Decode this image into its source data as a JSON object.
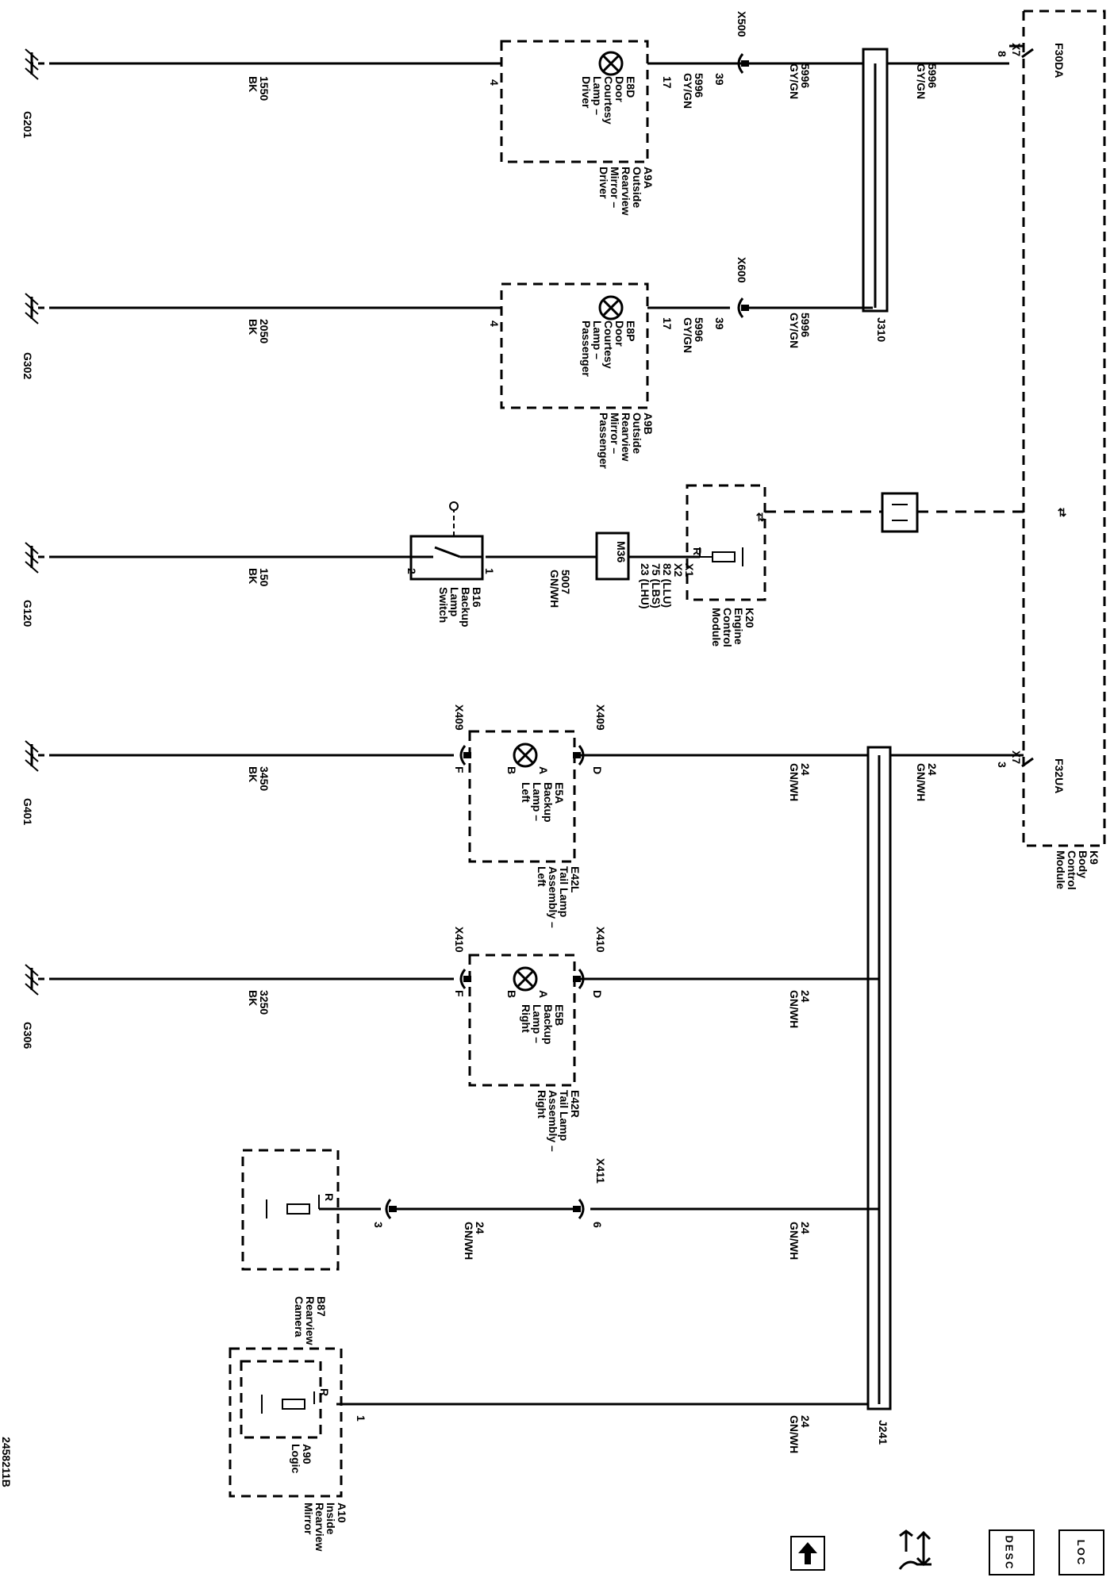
{
  "document_id": "2458211B",
  "icons": [
    "up-arrow-icon",
    "service-tool-icon",
    "description-icon",
    "location-icon"
  ],
  "icon_text": {
    "description": "DESC",
    "location": "LOC"
  },
  "modules": [
    {
      "key": "k9",
      "lines": [
        "K9",
        "Body",
        "Control",
        "Module"
      ]
    },
    {
      "key": "k20",
      "lines": [
        "K20",
        "Engine",
        "Control",
        "Module"
      ]
    },
    {
      "key": "a9a",
      "lines": [
        "A9A",
        "Outside",
        "Rearview",
        "Mirror –",
        "Driver"
      ]
    },
    {
      "key": "a9b",
      "lines": [
        "A9B",
        "Outside",
        "Rearview",
        "Mirror –",
        "Passenger"
      ]
    },
    {
      "key": "e42l",
      "lines": [
        "E42L",
        "Tail Lamp",
        "Assembly –",
        "Left"
      ]
    },
    {
      "key": "e42r",
      "lines": [
        "E42R",
        "Tail Lamp",
        "Assembly –",
        "Right"
      ]
    },
    {
      "key": "b87",
      "lines": [
        "B87",
        "Rearview",
        "Camera"
      ]
    },
    {
      "key": "a10",
      "lines": [
        "A10",
        "Inside",
        "Rearview",
        "Mirror"
      ]
    },
    {
      "key": "a90",
      "lines": [
        "A90",
        "Logic"
      ]
    }
  ],
  "components": [
    {
      "key": "e8d",
      "lines": [
        "E8D",
        "Door",
        "Courtesy",
        "Lamp –",
        "Driver"
      ]
    },
    {
      "key": "e8p",
      "lines": [
        "E8P",
        "Door",
        "Courtesy",
        "Lamp –",
        "Passenger"
      ]
    },
    {
      "key": "e5a",
      "lines": [
        "E5A",
        "Backup",
        "Lamp –",
        "Left"
      ]
    },
    {
      "key": "e5b",
      "lines": [
        "E5B",
        "Backup",
        "Lamp –",
        "Right"
      ]
    },
    {
      "key": "b16",
      "lines": [
        "B16",
        "Backup",
        "Lamp",
        "Switch"
      ]
    }
  ],
  "fuses": [
    {
      "key": "f30da",
      "label": "F30DA",
      "connector": "X7",
      "pin": "8"
    },
    {
      "key": "f32ua",
      "label": "F32UA",
      "connector": "X7",
      "pin": "3"
    }
  ],
  "splices": [
    "J310",
    "J241"
  ],
  "inline_connector": "M36",
  "grounds": [
    "G201",
    "G302",
    "G120",
    "G401",
    "G306"
  ],
  "circuits": [
    {
      "key": "c1",
      "lines": [
        "5996",
        "GY/GN"
      ]
    },
    {
      "key": "c2",
      "lines": [
        "5996",
        "GY/GN"
      ]
    },
    {
      "key": "c3",
      "lines": [
        "5996",
        "GY/GN"
      ]
    },
    {
      "key": "c4",
      "lines": [
        "5996",
        "GY/GN"
      ]
    },
    {
      "key": "c5",
      "lines": [
        "5996",
        "GY/GN"
      ]
    },
    {
      "key": "c6",
      "lines": [
        "1550",
        "BK"
      ]
    },
    {
      "key": "c7",
      "lines": [
        "2050",
        "BK"
      ]
    },
    {
      "key": "c8",
      "lines": [
        "5007",
        "GN/WH"
      ]
    },
    {
      "key": "c9",
      "lines": [
        "150",
        "BK"
      ]
    },
    {
      "key": "c10",
      "lines": [
        "24",
        "GN/WH"
      ]
    },
    {
      "key": "c11",
      "lines": [
        "24",
        "GN/WH"
      ]
    },
    {
      "key": "c12",
      "lines": [
        "24",
        "GN/WH"
      ]
    },
    {
      "key": "c13",
      "lines": [
        "24",
        "GN/WH"
      ]
    },
    {
      "key": "c14",
      "lines": [
        "24",
        "GN/WH"
      ]
    },
    {
      "key": "c15",
      "lines": [
        "24",
        "GN/WH"
      ]
    },
    {
      "key": "c16",
      "lines": [
        "3450",
        "BK"
      ]
    },
    {
      "key": "c17",
      "lines": [
        "3250",
        "BK"
      ]
    }
  ],
  "connectors": [
    "X500",
    "X600",
    "X409",
    "X409",
    "X410",
    "X410",
    "X411"
  ],
  "pins": [
    "39",
    "17",
    "4",
    "39",
    "17",
    "4",
    "1",
    "2",
    "D",
    "A",
    "B",
    "F",
    "D",
    "A",
    "B",
    "F",
    "6",
    "3",
    "1"
  ],
  "k20_pins": [
    "X1",
    "X2",
    "82 (LLU)",
    "75 (LBS)",
    "23 (LHU)"
  ],
  "sensor_label": "R"
}
